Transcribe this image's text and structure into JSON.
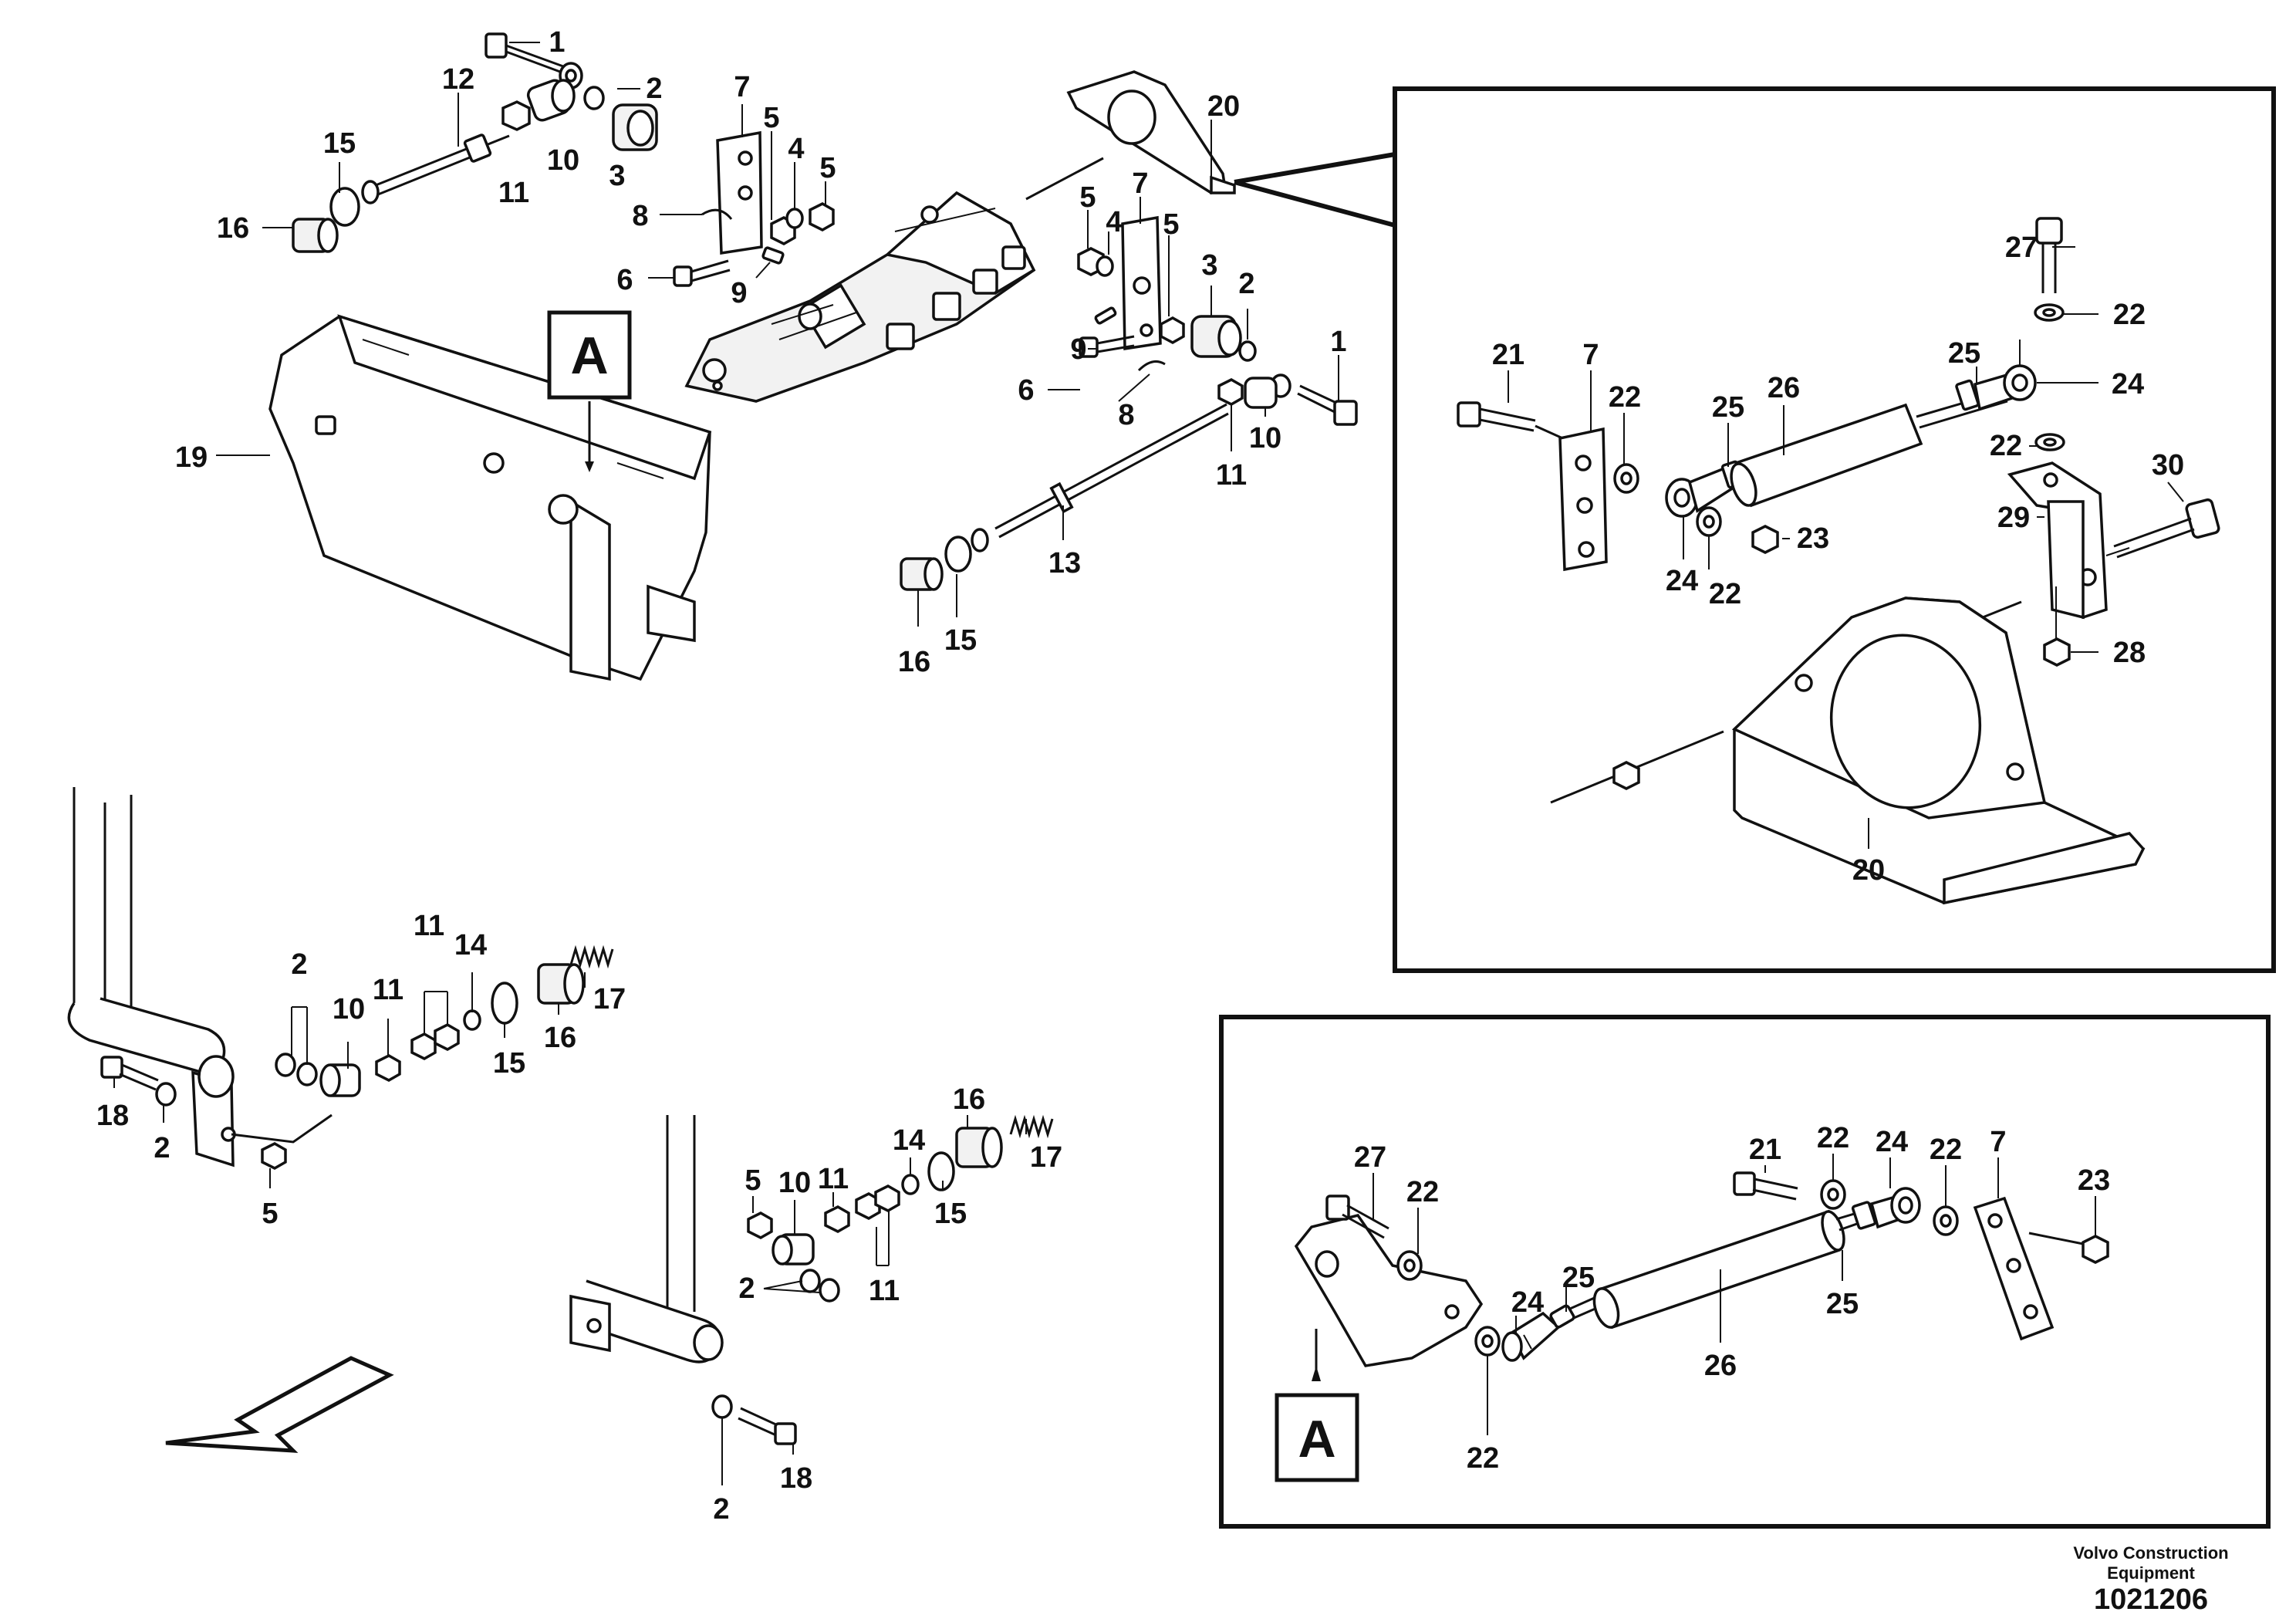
{
  "view_labels": {
    "detail": "A"
  },
  "callouts": {
    "c1": "1",
    "c2": "2",
    "c3": "3",
    "c4": "4",
    "c5": "5",
    "c6": "6",
    "c7": "7",
    "c8": "8",
    "c9": "9",
    "c10": "10",
    "c11": "11",
    "c12": "12",
    "c13": "13",
    "c14": "14",
    "c15": "15",
    "c16": "16",
    "c17": "17",
    "c18": "18",
    "c19": "19",
    "c20": "20",
    "c21": "21",
    "c22": "22",
    "c23": "23",
    "c24": "24",
    "c25": "25",
    "c26": "26",
    "c27": "27",
    "c28": "28",
    "c29": "29",
    "c30": "30"
  },
  "footer": {
    "brand_line1": "Volvo Construction",
    "brand_line2": "Equipment",
    "document_number": "1021206"
  }
}
